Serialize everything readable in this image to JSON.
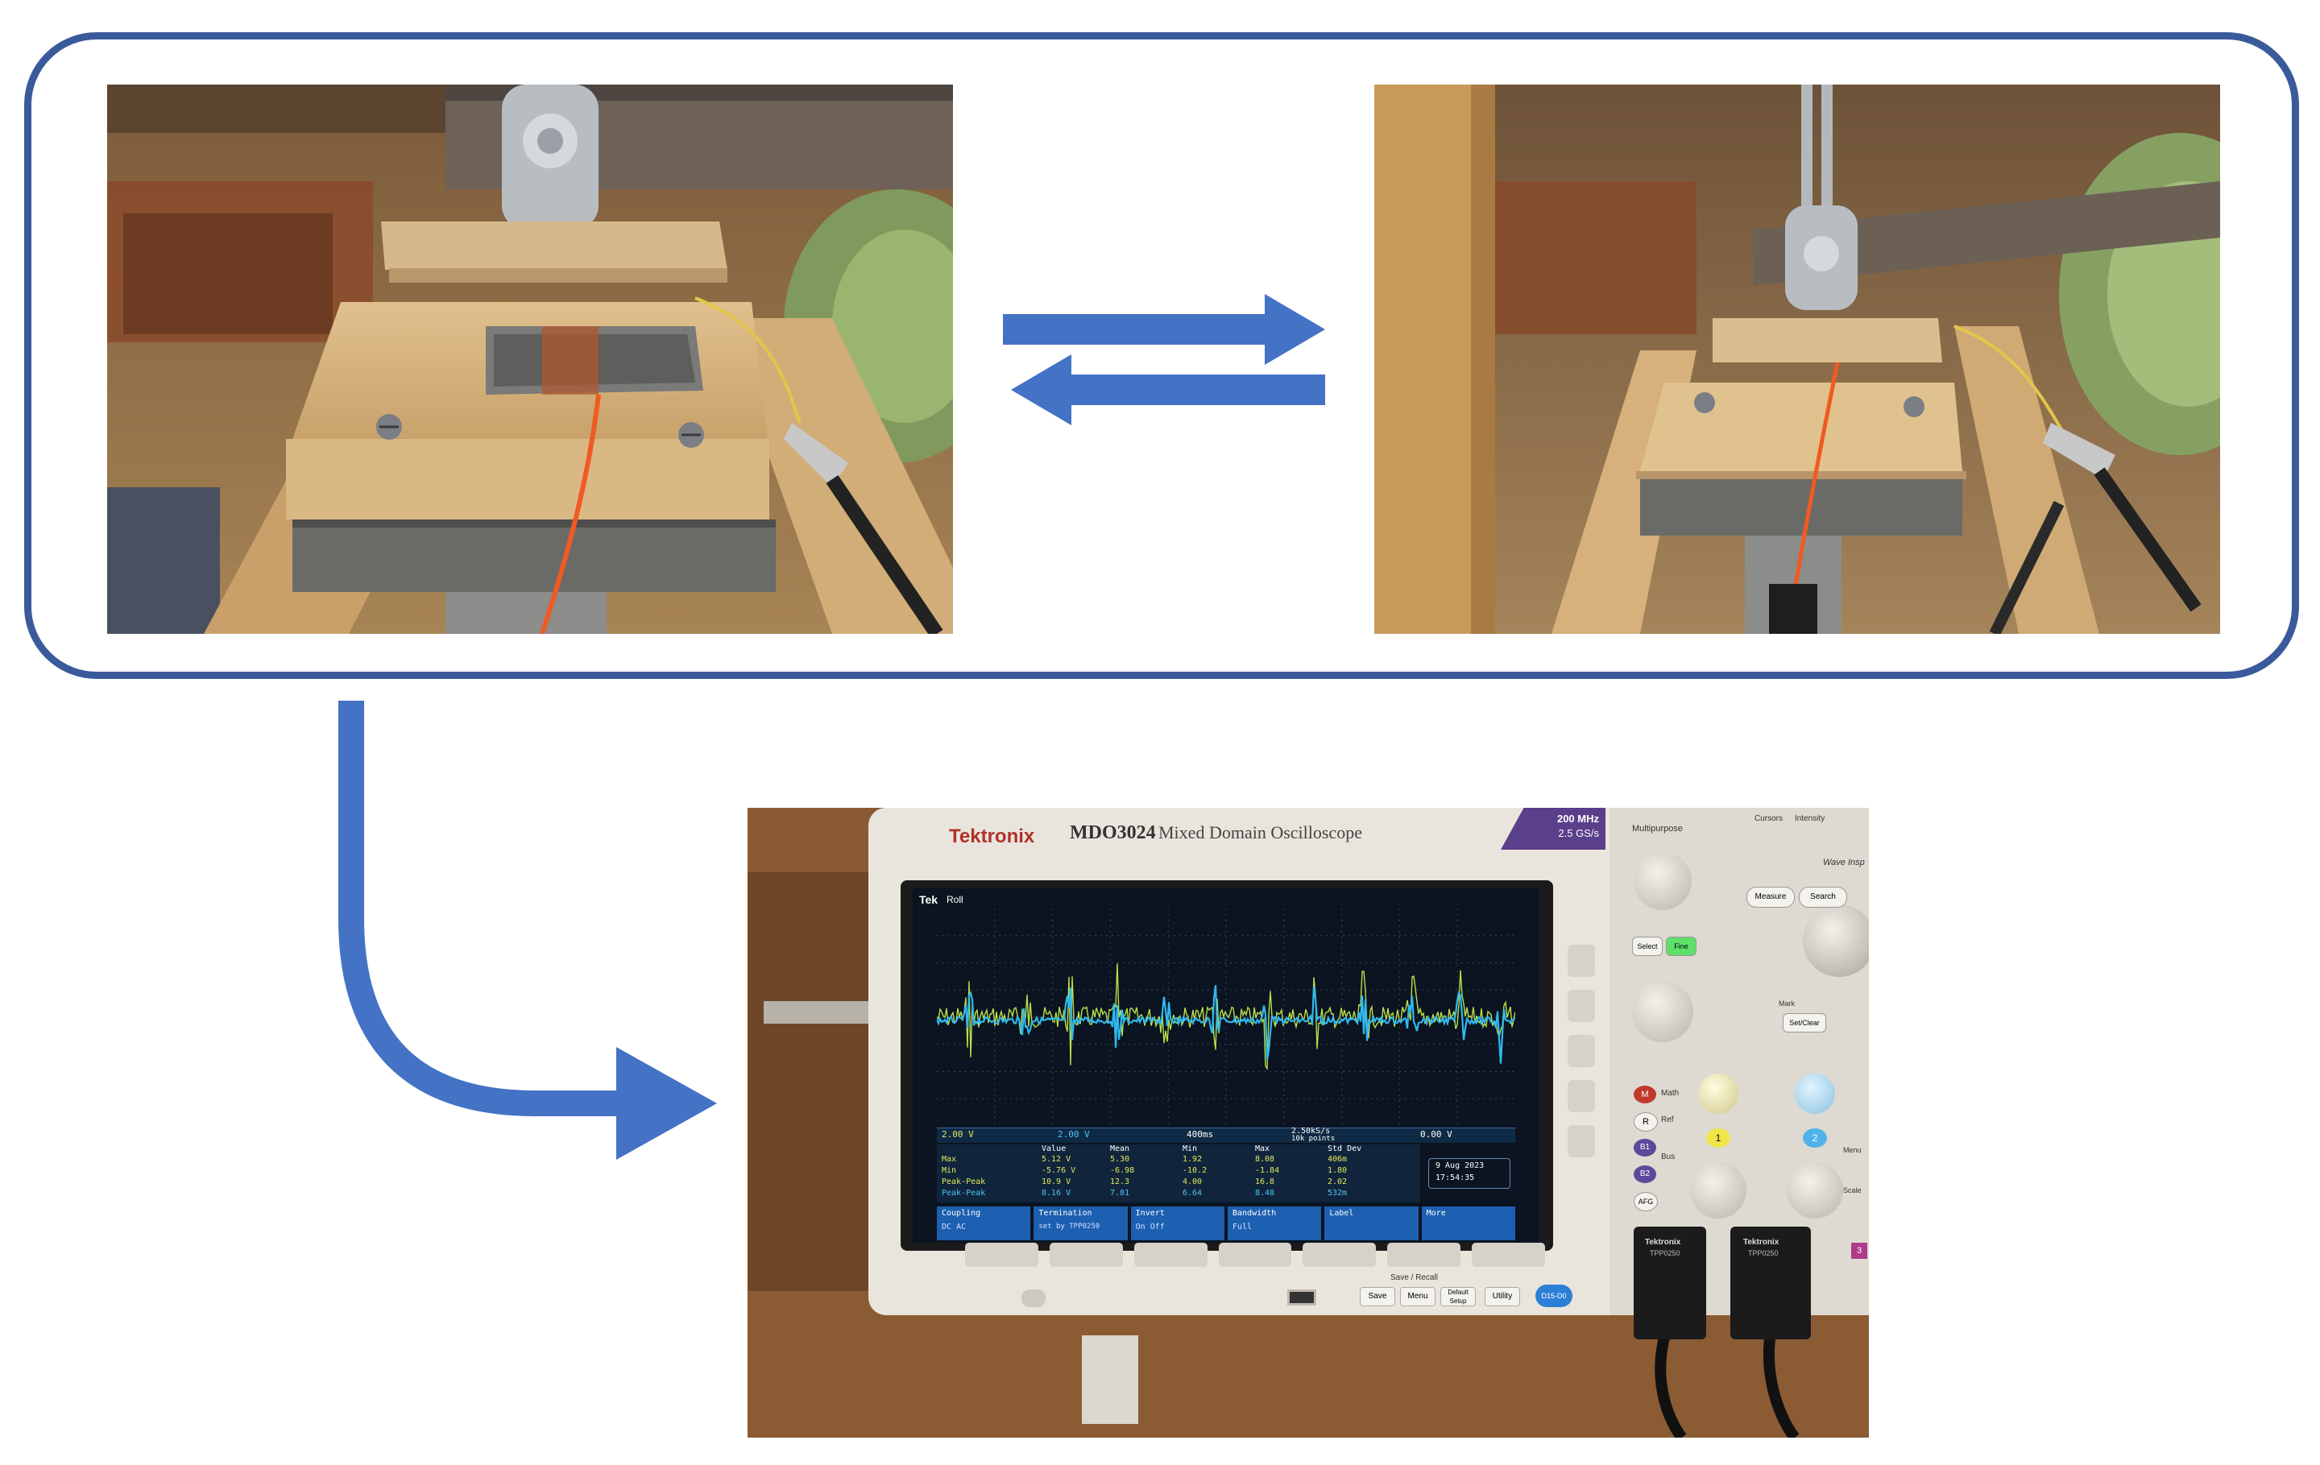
{
  "colors": {
    "frame": "#3a5a9c",
    "arrow": "#4472c4",
    "wood": "#c9a26b",
    "scope_body": "#e9e5dc",
    "screen_bg": "#0b1420",
    "trace_ch1": "#b8e04a",
    "trace_ch2": "#2fb8f0"
  },
  "photos": {
    "left": {
      "icon": "energy-harvester-pressed-photo"
    },
    "right": {
      "icon": "energy-harvester-released-photo"
    },
    "bottom": {
      "icon": "oscilloscope-photo"
    }
  },
  "arrows": {
    "forward": {
      "icon": "arrow-right-icon"
    },
    "backward": {
      "icon": "arrow-left-icon"
    },
    "down": {
      "icon": "arrow-curved-down-right-icon"
    }
  },
  "oscilloscope": {
    "brand": "Tektronix",
    "model": "MDO3024",
    "model_desc": "Mixed Domain Oscilloscope",
    "badge_line1": "200 MHz",
    "badge_line2": "2.5 GS/s",
    "screen_header": "Tek",
    "screen_mode": "Roll",
    "ch1_scale": "2.00 V",
    "ch2_scale": "2.00 V",
    "timebase": "400ms",
    "sample_rate": "2.50kS/s",
    "record_length": "10k points",
    "trigger_level": "0.00 V",
    "date": "9 Aug 2023",
    "time": "17:54:35",
    "meas_headers": [
      "Value",
      "Mean",
      "Min",
      "Max",
      "Std Dev"
    ],
    "meas_rows": [
      {
        "label": "Max",
        "value": "5.12 V",
        "mean": "5.30",
        "min": "1.92",
        "max": "8.08",
        "std": "406m"
      },
      {
        "label": "Min",
        "value": "-5.76 V",
        "mean": "-6.98",
        "min": "-10.2",
        "max": "-1.84",
        "std": "1.80"
      },
      {
        "label": "Peak-Peak",
        "value": "10.9 V",
        "mean": "12.3",
        "min": "4.00",
        "max": "16.8",
        "std": "2.02"
      },
      {
        "label": "Peak-Peak",
        "value": "8.16 V",
        "mean": "7.81",
        "min": "6.64",
        "max": "8.48",
        "std": "532m"
      }
    ],
    "menu": [
      {
        "label": "Coupling",
        "sub": "DC  AC"
      },
      {
        "label": "Termination",
        "sub": "set by TPP0250"
      },
      {
        "label": "Invert",
        "sub": "On  Off"
      },
      {
        "label": "Bandwidth",
        "sub": "Full"
      },
      {
        "label": "Label",
        "sub": ""
      },
      {
        "label": "More",
        "sub": ""
      }
    ],
    "panel": {
      "multipurpose": "Multipurpose",
      "cursors": "Cursors",
      "intensity": "Intensity",
      "wave_insp": "Wave Insp",
      "measure": "Measure",
      "search": "Search",
      "select": "Select",
      "fine": "Fine",
      "mark": "Mark",
      "set_clear": "Set/Clear",
      "math": "M",
      "math_label": "Math",
      "ref": "R",
      "ref_label": "Ref",
      "bus": "Bus",
      "b1": "B1",
      "b2": "B2",
      "afg": "AFG",
      "scale": "Scale",
      "menu": "Menu",
      "ch1": "1",
      "ch2": "2",
      "ch3": "3",
      "save_recall": "Save / Recall",
      "save": "Save",
      "menu_btn": "Menu",
      "default_setup": "Default Setup",
      "utility": "Utility",
      "d15_d0": "D15-D0",
      "probe_brand": "Tektronix",
      "probe_model": "TPP0250"
    }
  }
}
